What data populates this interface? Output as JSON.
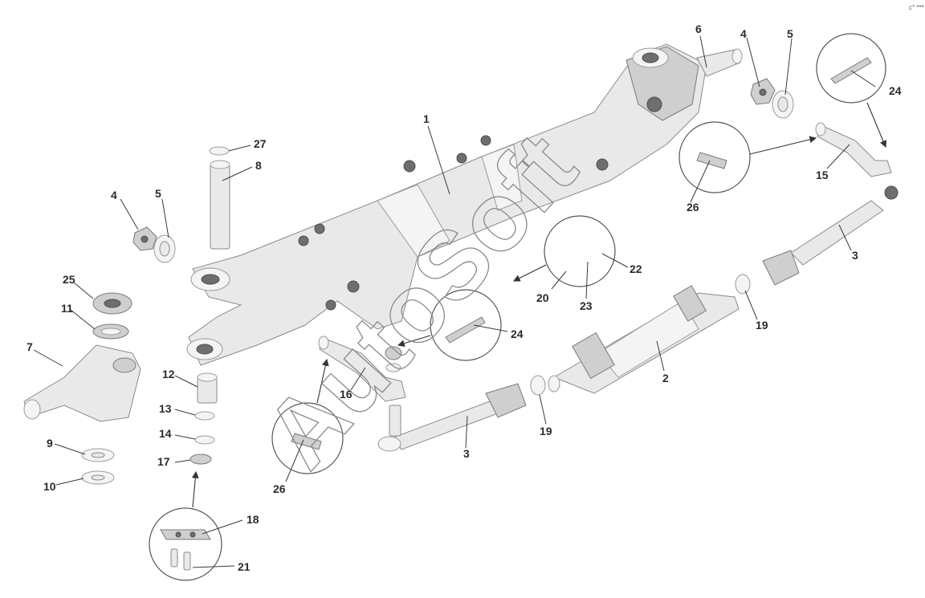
{
  "diagram": {
    "callouts": {
      "c1": "1",
      "c2": "2",
      "c3a": "3",
      "c3b": "3",
      "c4a": "4",
      "c4b": "4",
      "c5a": "5",
      "c5b": "5",
      "c6": "6",
      "c7": "7",
      "c8": "8",
      "c9": "9",
      "c10": "10",
      "c11": "11",
      "c12": "12",
      "c13": "13",
      "c14": "14",
      "c15": "15",
      "c16": "16",
      "c17": "17",
      "c18": "18",
      "c19a": "19",
      "c19b": "19",
      "c20": "20",
      "c21": "21",
      "c22": "22",
      "c23": "23",
      "c24a": "24",
      "c24b": "24",
      "c25": "25",
      "c26a": "26",
      "c26b": "26",
      "c27": "27"
    },
    "watermark": "AutoSoft",
    "corner_mark": "c° ***"
  }
}
